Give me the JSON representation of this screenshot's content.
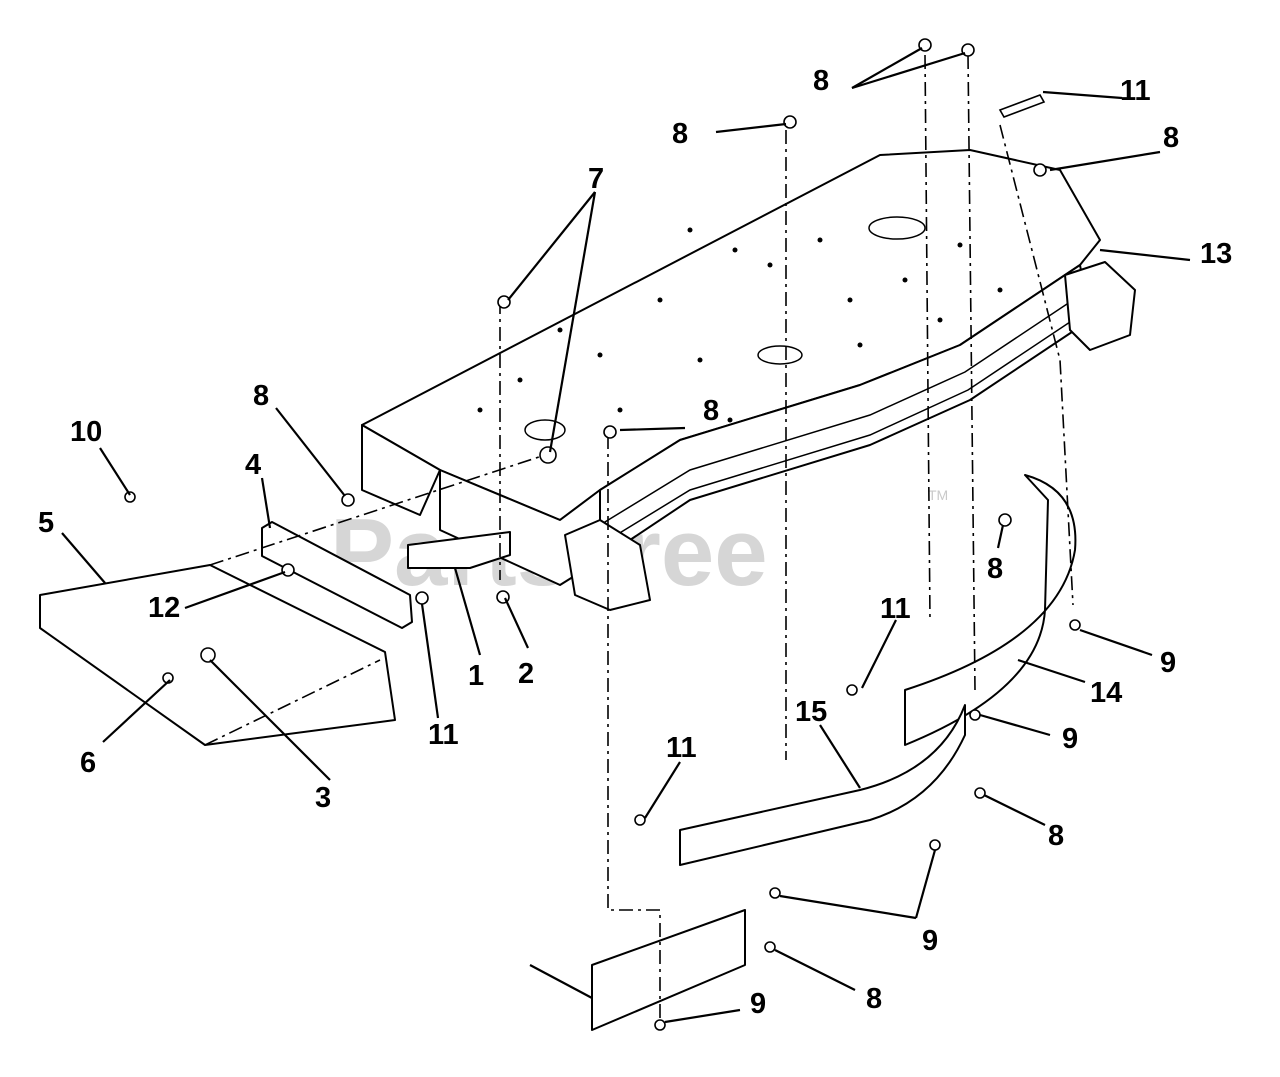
{
  "watermark": {
    "text": "PartsTree",
    "trademark": "TM"
  },
  "callouts": [
    {
      "id": "c1",
      "text": "1"
    },
    {
      "id": "c2",
      "text": "2"
    },
    {
      "id": "c3",
      "text": "3"
    },
    {
      "id": "c4",
      "text": "4"
    },
    {
      "id": "c5",
      "text": "5"
    },
    {
      "id": "c6",
      "text": "6"
    },
    {
      "id": "c7",
      "text": "7"
    },
    {
      "id": "c8a",
      "text": "8"
    },
    {
      "id": "c8b",
      "text": "8"
    },
    {
      "id": "c8c",
      "text": "8"
    },
    {
      "id": "c8d",
      "text": "8"
    },
    {
      "id": "c8e",
      "text": "8"
    },
    {
      "id": "c8f",
      "text": "8"
    },
    {
      "id": "c8g",
      "text": "8"
    },
    {
      "id": "c8h",
      "text": "8"
    },
    {
      "id": "c9a",
      "text": "9"
    },
    {
      "id": "c9b",
      "text": "9"
    },
    {
      "id": "c9c",
      "text": "9"
    },
    {
      "id": "c9d",
      "text": "9"
    },
    {
      "id": "c10",
      "text": "10"
    },
    {
      "id": "c11a",
      "text": "11"
    },
    {
      "id": "c11b",
      "text": "11"
    },
    {
      "id": "c11c",
      "text": "11"
    },
    {
      "id": "c11d",
      "text": "11"
    },
    {
      "id": "c12",
      "text": "12"
    },
    {
      "id": "c13",
      "text": "13"
    },
    {
      "id": "c14",
      "text": "14"
    },
    {
      "id": "c15",
      "text": "15"
    }
  ]
}
